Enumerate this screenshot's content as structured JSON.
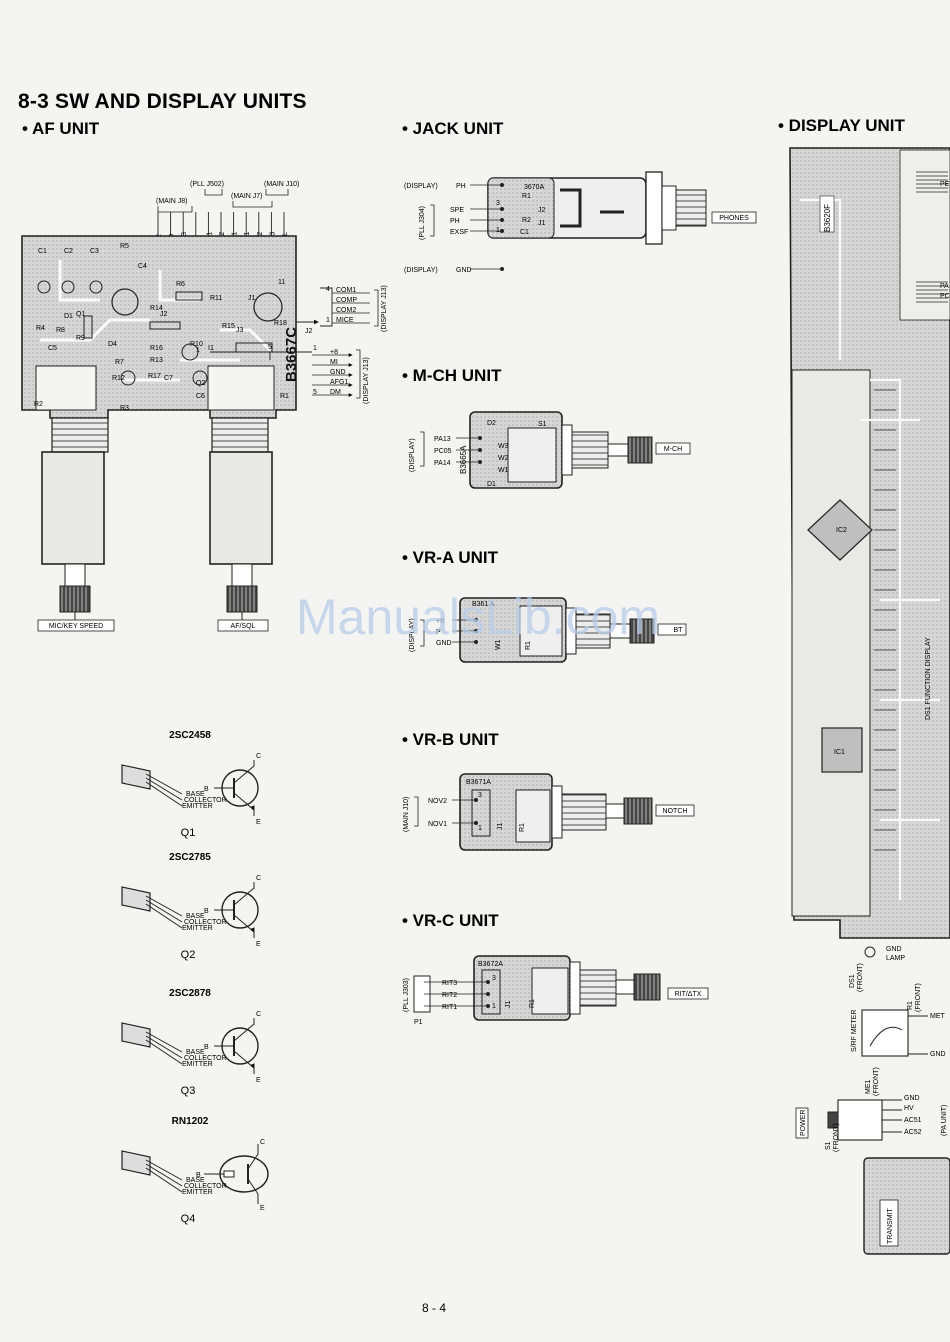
{
  "section_title": "8-3 SW AND DISPLAY UNITS",
  "units": {
    "af": {
      "title": "• AF UNIT",
      "top_groups": [
        "(PLL J502)",
        "(MAIN J10)",
        "(MAIN J8)",
        "(MAIN J7)"
      ],
      "top_pins": [
        "FMI2",
        "MOD",
        "MICG",
        "MICI",
        "SPD1",
        "SPD2",
        "AFG1",
        "AFG1",
        "AFG2",
        "AFG3",
        "SQLL"
      ],
      "components": [
        "C1",
        "C2",
        "C3",
        "R5",
        "C4",
        "R14",
        "R6",
        "J2",
        "R11",
        "J1",
        "R4",
        "R8",
        "D1",
        "R9",
        "Q1",
        "C5",
        "R15",
        "R18",
        "R16",
        "R13",
        "Q2",
        "J3",
        "R12",
        "R3",
        "C6",
        "R2",
        "R1",
        "R7",
        "R10",
        "D4",
        "R17",
        "C7",
        "I1"
      ],
      "board_id": "B3667C",
      "right_connector_top": {
        "pins": [
          "COM1",
          "COMP",
          "COM2",
          "MICE"
        ],
        "ref": "(DISPLAY J13)",
        "num_top": "4",
        "num_bottom": "1",
        "jack": "J2"
      },
      "right_connector_bottom": {
        "pins": [
          "+8",
          "MI",
          "GND",
          "AFG1",
          "DM"
        ],
        "ref": "(DISPLAY J13)",
        "num_top": "1",
        "num_bottom": "5"
      },
      "knob_labels": [
        "MIC/KEY SPEED",
        "AF/SQL"
      ],
      "pin_nums": [
        "11",
        "1",
        "1",
        "5"
      ]
    },
    "jack": {
      "title": "• JACK UNIT",
      "board_id": "3670A",
      "pins_left": [
        "PH",
        "SPE",
        "PH",
        "EXSF",
        "GND"
      ],
      "refs": [
        "(DISPLAY)",
        "(PLL J304)",
        "(DISPLAY)"
      ],
      "components": [
        "R1",
        "R2",
        "J1",
        "J2",
        "C1"
      ],
      "nums": [
        "3",
        "1"
      ],
      "label": "PHONES"
    },
    "mch": {
      "title": "• M-CH UNIT",
      "board_id": "B3665A",
      "ref": "(DISPLAY)",
      "pins": [
        "PA13",
        "PC05",
        "PA14"
      ],
      "components": [
        "D2",
        "S1",
        "W2",
        "W3",
        "W1",
        "D1"
      ],
      "label": "M-CH"
    },
    "vra": {
      "title": "• VR-A UNIT",
      "board_id": "B361 A",
      "ref": "(DISPLAY)",
      "pins": [
        "+8",
        "P",
        "GND"
      ],
      "components": [
        "R1",
        "W1"
      ],
      "label": "BT"
    },
    "vrb": {
      "title": "• VR-B UNIT",
      "board_id": "B3671A",
      "ref": "(MAIN J10)",
      "pins": [
        "NOV2",
        "NOV1"
      ],
      "components": [
        "J1",
        "R1"
      ],
      "nums": [
        "3",
        "1"
      ],
      "label": "NOTCH"
    },
    "vrc": {
      "title": "• VR-C UNIT",
      "board_id": "B3672A",
      "ref": "(PLL J303)",
      "pins": [
        "RIT3",
        "RIT2",
        "RIT1"
      ],
      "components": [
        "J1",
        "R1"
      ],
      "nums": [
        "3",
        "1"
      ],
      "connector": "P1",
      "label": "RIT/ΔTX"
    },
    "display": {
      "title": "• DISPLAY UNIT",
      "board_id": "B3620F",
      "labels": [
        "PE",
        "PA",
        "PC",
        "IC2",
        "IC1",
        "DS1 FUNCTION DISPLAY",
        "S/RF METER",
        "POWER",
        "TRANSMIT",
        "MET",
        "GND",
        "GND",
        "LAMP",
        "HV",
        "AC51",
        "AC52",
        "(PA UNIT)",
        "DS1",
        "(FRONT)",
        "ME1",
        "(FRONT)",
        "R1",
        "(FRONT)",
        "S1",
        "(FRONT)"
      ]
    }
  },
  "transistors": [
    {
      "part": "2SC2458",
      "q": "Q1"
    },
    {
      "part": "2SC2785",
      "q": "Q2"
    },
    {
      "part": "2SC2878",
      "q": "Q3"
    },
    {
      "part": "RN1202",
      "q": "Q4"
    }
  ],
  "pin_words": [
    "BASE",
    "COLLECTOR",
    "EMITTER"
  ],
  "terminal_letters": [
    "B",
    "C",
    "E"
  ],
  "watermark": "ManualsLib.com",
  "page_number": "8 - 4"
}
